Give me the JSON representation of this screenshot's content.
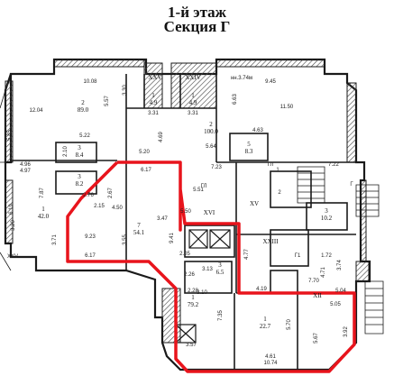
{
  "header": {
    "floor": "1-й этаж",
    "section": "Секция Г"
  },
  "colors": {
    "wall": "#1a1a1a",
    "highlight": "#e8141c",
    "hatch": "#555555",
    "paper": "#ffffff"
  },
  "rooms": [
    {
      "id": "r-top-xxv",
      "roman": "XXV"
    },
    {
      "id": "r-top-xxiv",
      "roman": "XXIV"
    },
    {
      "id": "r-big-left",
      "num": "2",
      "area": "89.0"
    },
    {
      "id": "r-center-big",
      "num": "2",
      "area": "100.0"
    },
    {
      "id": "r-stair-1",
      "num": "1",
      "area": "4.9"
    },
    {
      "id": "r-stair-2",
      "num": "1",
      "area": "4.9"
    },
    {
      "id": "r-left-small",
      "num": "3",
      "area": "8.4"
    },
    {
      "id": "r-left-small-2",
      "num": "3",
      "area": "8.2"
    },
    {
      "id": "r-left-wing",
      "num": "1",
      "area": "42.0"
    },
    {
      "id": "r-highlight-main",
      "num": "7",
      "area": "54.1"
    },
    {
      "id": "r-right-upper",
      "num": "5",
      "area": "8.3"
    },
    {
      "id": "r-right-mid",
      "num": "3",
      "area": "10.2"
    },
    {
      "id": "r-xvi",
      "roman": "XVI"
    },
    {
      "id": "r-xv",
      "roman": "XV"
    },
    {
      "id": "r-xxiii",
      "roman": "XXIII"
    },
    {
      "id": "r-xii",
      "roman": "XII"
    },
    {
      "id": "r-bottom-left",
      "num": "1",
      "area": "79.2"
    },
    {
      "id": "r-bottom-center",
      "num": "1",
      "area": "22.7"
    },
    {
      "id": "r-small-mid",
      "num": "3",
      "area": "6.5"
    }
  ],
  "labels": {
    "dims": [
      "10.08",
      "3.30",
      "3.31",
      "3.31",
      "12.04",
      "5.57",
      "9.45",
      "11.50",
      "6.63",
      "5.22",
      "4.96",
      "4.97",
      "7.87",
      "6.19",
      "2.10",
      "5.20",
      "6.17",
      "4.50",
      "9.23",
      "6.17",
      "4.69",
      "5.64",
      "7.23",
      "5.51",
      "5.50",
      "3.47",
      "2.67",
      "9.41",
      "4.77",
      "7.70",
      "4.19",
      "3.10",
      "2.28",
      "3.57",
      "7.35",
      "5.70",
      "4.61",
      "10.74",
      "3.92",
      "5.67",
      "5.05",
      "5.04",
      "3.13",
      "3.74",
      "1.72",
      "4.71",
      "4.63",
      "7.22",
      "2.15",
      "3.55",
      "2.76",
      "3.71",
      "2.05",
      "2.26",
      "3.20",
      "5.85"
    ],
    "misc": [
      "ГЛ",
      "Г",
      "1",
      "2",
      "Г1",
      "ГЛ",
      "нн.3.74м",
      "XXV"
    ]
  }
}
